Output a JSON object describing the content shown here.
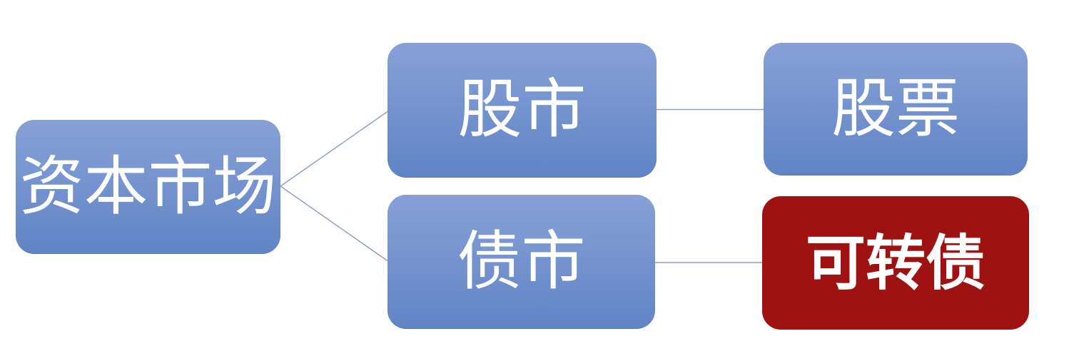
{
  "diagram": {
    "type": "hierarchy",
    "nodes": [
      {
        "id": "capital-market",
        "label": "资本市场",
        "level": 1,
        "style": "blue"
      },
      {
        "id": "stock-market",
        "label": "股市",
        "level": 2,
        "style": "blue"
      },
      {
        "id": "stock",
        "label": "股票",
        "level": 3,
        "style": "blue"
      },
      {
        "id": "bond-market",
        "label": "债市",
        "level": 2,
        "style": "blue"
      },
      {
        "id": "convertible-bond",
        "label": "可转债",
        "level": 3,
        "style": "red",
        "emphasis": true
      }
    ],
    "edges": [
      {
        "from": "capital-market",
        "to": "stock-market"
      },
      {
        "from": "capital-market",
        "to": "bond-market"
      },
      {
        "from": "stock-market",
        "to": "stock"
      },
      {
        "from": "bond-market",
        "to": "convertible-bond"
      }
    ],
    "colors": {
      "node_blue_gradient_top": "#87A1D7",
      "node_blue_gradient_bottom": "#6184C5",
      "node_red": "#9E1212",
      "connector": "#8FA2BF",
      "text": "#FFFFFF"
    }
  }
}
